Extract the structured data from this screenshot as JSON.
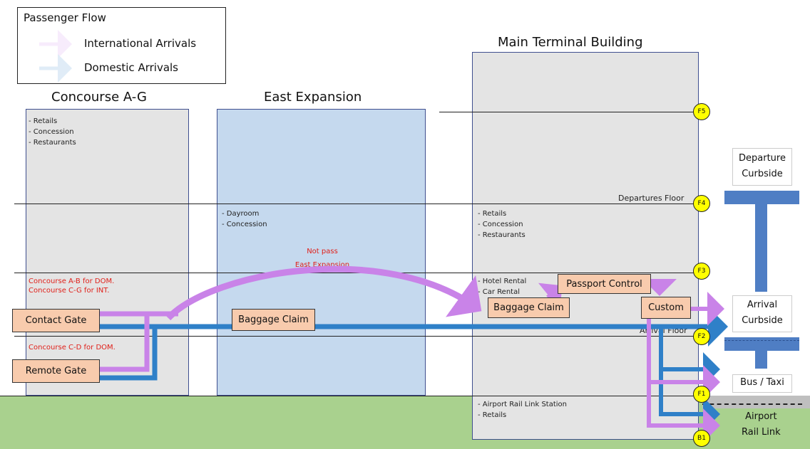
{
  "legend": {
    "title": "Passenger Flow",
    "international": "International Arrivals",
    "domestic": "Domestic Arrivals"
  },
  "colors": {
    "international": "#c983e8",
    "domestic": "#2f80c8",
    "node_fill": "#f8cbad",
    "floor_marker": "#ffff00",
    "ground": "#a9d18e"
  },
  "buildings": {
    "concourse": {
      "title": "Concourse A-G",
      "items": [
        "- Retails",
        "- Concession",
        "- Restaurants"
      ]
    },
    "east": {
      "title": "East Expansion",
      "items": [
        "- Dayroom",
        "- Concession"
      ]
    },
    "main": {
      "title": "Main Terminal Building",
      "f4_items": [
        "- Retails",
        "- Concession",
        "- Restaurants"
      ],
      "f3_items": [
        "- Hotel Rental",
        "- Car Rental"
      ],
      "b1_items": [
        "- Airport Rail Link Station",
        "- Retails"
      ]
    }
  },
  "floor_lines": {
    "departures": "Departures Floor",
    "arrival": "Arrival Floor"
  },
  "floors": [
    "F5",
    "F4",
    "F3",
    "F2",
    "F1",
    "B1"
  ],
  "notes": {
    "not_pass": [
      "Not pass",
      "East Expansion"
    ],
    "concourse_ab": [
      "Concourse A-B for DOM.",
      "Concourse C-G for INT."
    ],
    "concourse_cd": "Concourse C-D for DOM."
  },
  "nodes": {
    "contact_gate": "Contact Gate",
    "remote_gate": "Remote Gate",
    "baggage_east": "Baggage Claim",
    "baggage_main": "Baggage Claim",
    "passport": "Passport Control",
    "custom": "Custom"
  },
  "destinations": {
    "departure": [
      "Departure",
      "Curbside"
    ],
    "arrival": [
      "Arrival",
      "Curbside"
    ],
    "bus": "Bus / Taxi",
    "rail": [
      "Airport",
      "Rail Link"
    ]
  }
}
